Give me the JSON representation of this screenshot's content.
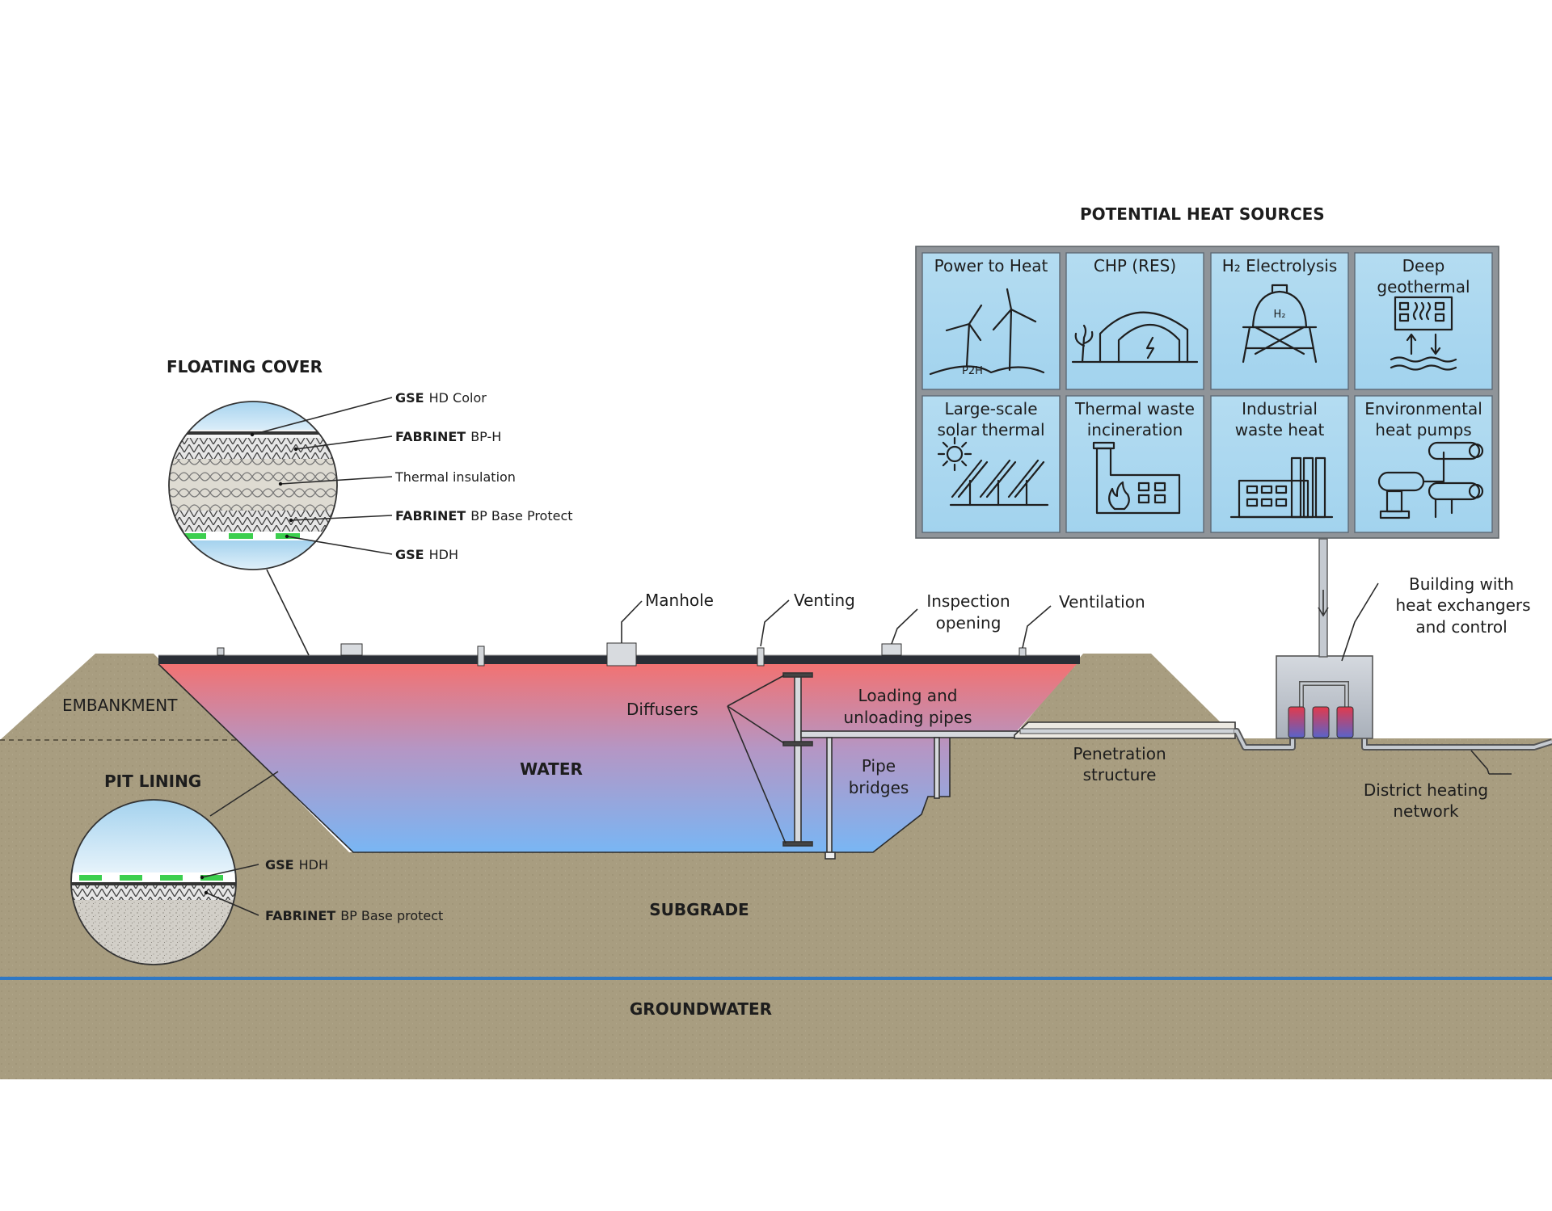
{
  "titles": {
    "floating_cover": "FLOATING COVER",
    "heat_sources": "POTENTIAL HEAT SOURCES"
  },
  "cover_layers": [
    {
      "brand": "GSE",
      "name": "HD Color"
    },
    {
      "brand": "FABRINET",
      "name": "BP-H"
    },
    {
      "brand": "",
      "name": "Thermal insulation"
    },
    {
      "brand": "FABRINET",
      "name": "BP Base Protect"
    },
    {
      "brand": "GSE",
      "name": "HDH"
    }
  ],
  "lining_layers": [
    {
      "brand": "GSE",
      "name": "HDH"
    },
    {
      "brand": "FABRINET",
      "name": "BP Base protect"
    }
  ],
  "heat_sources": [
    {
      "line1": "Power to Heat",
      "line2": "",
      "icon": "wind-turbines-icon",
      "icon_text": "P2H"
    },
    {
      "line1": "CHP (RES)",
      "line2": "",
      "icon": "biogas-plant-icon",
      "icon_text": ""
    },
    {
      "line1": "H₂ Electrolysis",
      "line2": "",
      "icon": "hydrogen-tank-icon",
      "icon_text": "H₂"
    },
    {
      "line1": "Deep",
      "line2": "geothermal",
      "icon": "geothermal-icon",
      "icon_text": ""
    },
    {
      "line1": "Large-scale",
      "line2": "solar thermal",
      "icon": "solar-collectors-icon",
      "icon_text": ""
    },
    {
      "line1": "Thermal waste",
      "line2": "incineration",
      "icon": "incineration-plant-icon",
      "icon_text": ""
    },
    {
      "line1": "Industrial",
      "line2": "waste heat",
      "icon": "factory-icon",
      "icon_text": ""
    },
    {
      "line1": "Environmental",
      "line2": "heat pumps",
      "icon": "heat-pump-icon",
      "icon_text": ""
    }
  ],
  "labels": {
    "manhole": "Manhole",
    "venting": "Venting",
    "inspection_1": "Inspection",
    "inspection_2": "opening",
    "ventilation": "Ventilation",
    "building_1": "Building with",
    "building_2": "heat exchangers",
    "building_3": "and control",
    "embankment": "EMBANKMENT",
    "pit_lining": "PIT LINING",
    "diffusers": "Diffusers",
    "loading_1": "Loading and",
    "loading_2": "unloading pipes",
    "water": "WATER",
    "pipe_bridges_1": "Pipe",
    "pipe_bridges_2": "bridges",
    "penetration_1": "Penetration",
    "penetration_2": "structure",
    "district_1": "District heating",
    "district_2": "network",
    "subgrade": "SUBGRADE",
    "groundwater": "GROUNDWATER"
  },
  "colors": {
    "soil": "#a89d80",
    "water_warm": "#f07777",
    "water_cold": "#7cb6f2",
    "panel_bg": "#a9d8f0",
    "panel_frame": "#8f9499",
    "groundwater_line": "#2f78c4",
    "liner_green": "#3ccf4e"
  }
}
